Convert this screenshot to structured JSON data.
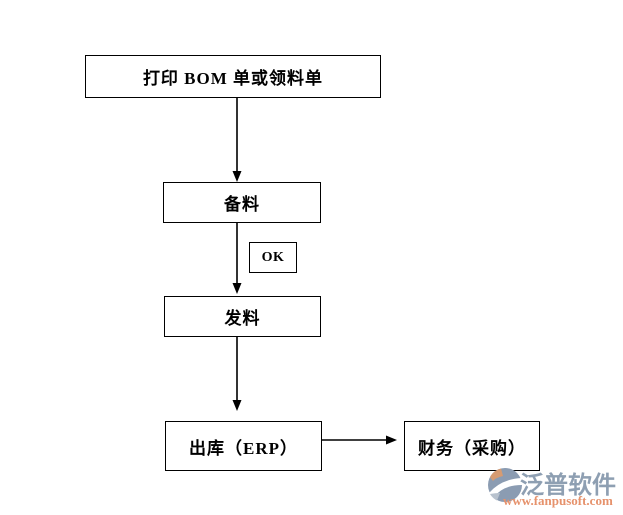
{
  "diagram": {
    "type": "flowchart",
    "nodes": [
      {
        "id": "print-bom",
        "label": "打印 BOM 单或领料单"
      },
      {
        "id": "prepare-material",
        "label": "备料"
      },
      {
        "id": "ok-annotation",
        "label": "OK"
      },
      {
        "id": "issue-material",
        "label": "发料"
      },
      {
        "id": "outbound-erp",
        "label": "出库（ERP）"
      },
      {
        "id": "finance-purchase",
        "label": "财务（采购）"
      }
    ],
    "edges": [
      {
        "from": "打印 BOM 单或领料单",
        "to": "备料"
      },
      {
        "from": "备料",
        "to": "发料",
        "annotation": "OK"
      },
      {
        "from": "发料",
        "to": "出库（ERP）"
      },
      {
        "from": "出库（ERP）",
        "to": "财务（采购）"
      }
    ]
  },
  "watermark": {
    "brand": "泛普软件",
    "url": "www.fanpusoft.com",
    "brand_color": "#8e9fb2",
    "url_color": "#e6926c"
  },
  "colors": {
    "background": "#ffffff",
    "box_border": "#000000",
    "box_fill": "#ffffff",
    "text": "#000000",
    "arrow": "#000000"
  }
}
